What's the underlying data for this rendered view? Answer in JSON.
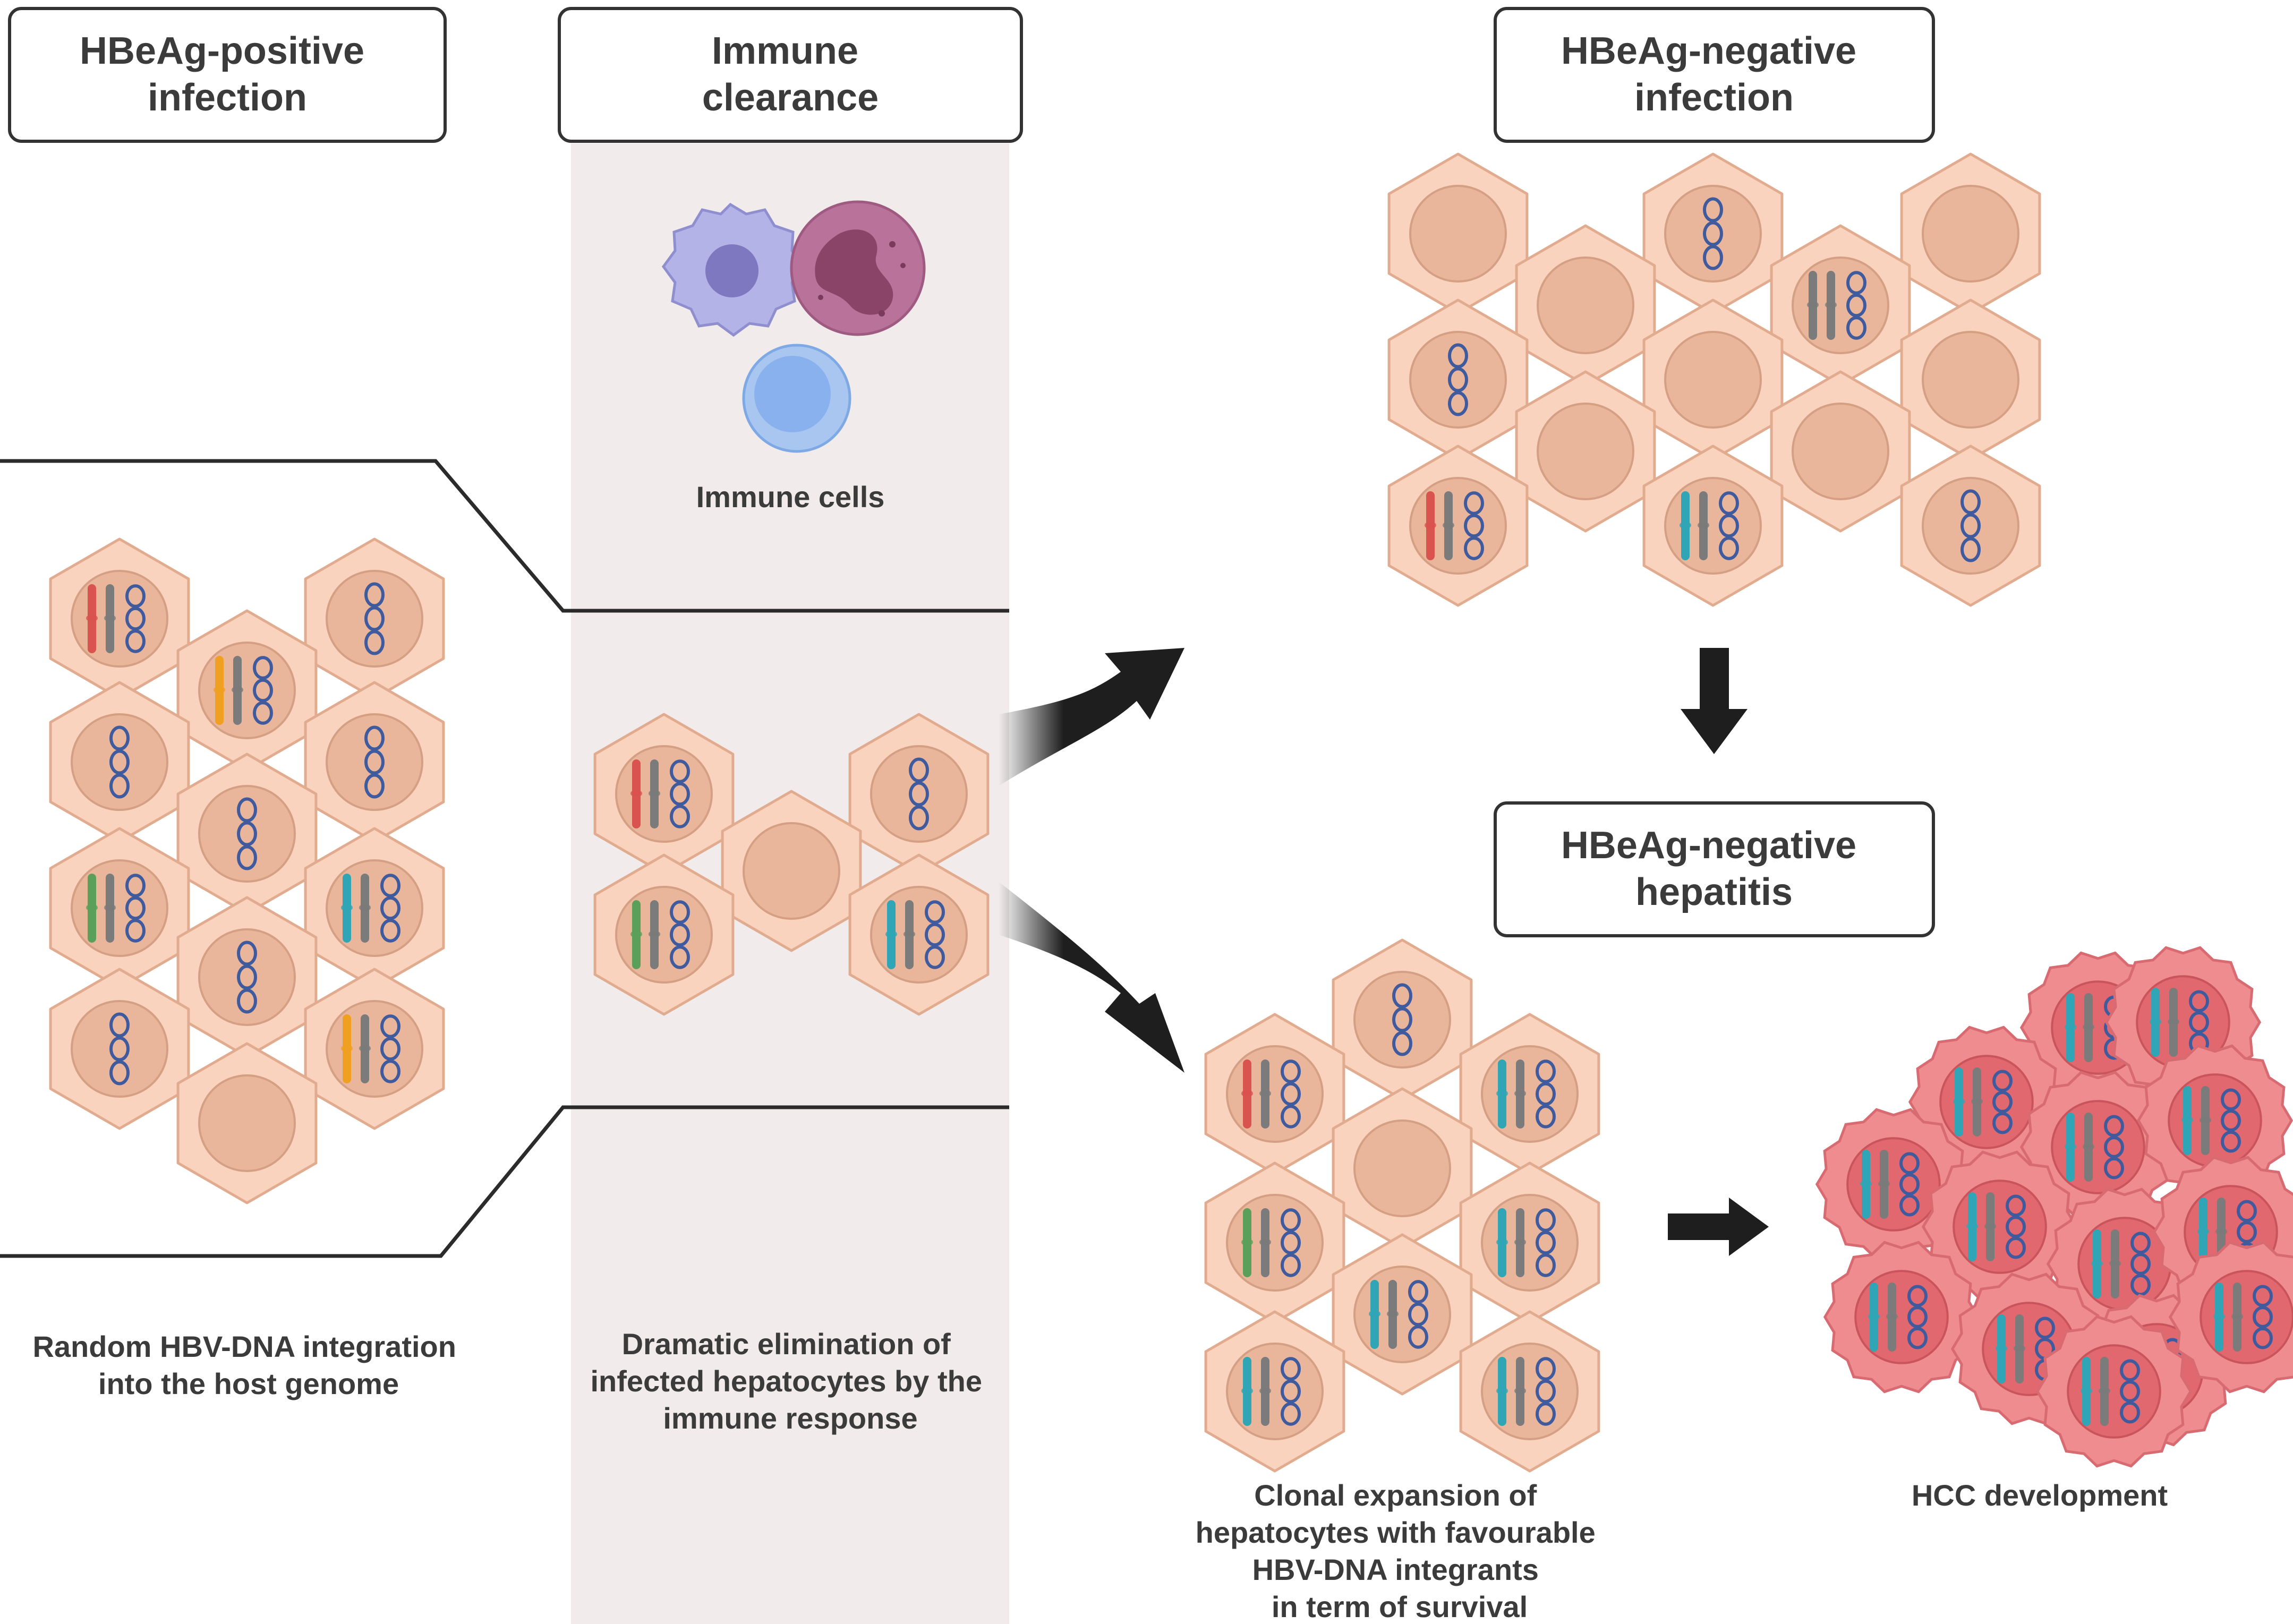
{
  "stages": {
    "positive_infection": [
      "HBeAg-positive",
      "infection"
    ],
    "immune_clearance": [
      "Immune",
      "clearance"
    ],
    "negative_infection": [
      "HBeAg-negative",
      "infection"
    ],
    "negative_hepatitis": [
      "HBeAg-negative",
      "hepatitis"
    ]
  },
  "captions": {
    "immune_cells": [
      "Immune cells"
    ],
    "random_integration": [
      "Random HBV-DNA integration",
      "into the host genome"
    ],
    "dramatic_elimination": [
      "Dramatic elimination of",
      "infected hepatocytes by the",
      "immune response"
    ],
    "clonal_expansion": [
      "Clonal expansion of",
      "hepatocytes with favourable",
      "HBV-DNA integrants",
      "in term of survival"
    ],
    "hcc_development": [
      "HCC development"
    ]
  },
  "colors": {
    "hepatocyte": "#f9d3bd",
    "hepatocyte_edge": "#e0ab8e",
    "nucleus": "#e9b69c",
    "tumor_cell": "#ee8c90",
    "tumor_nucleus": "#e0686e",
    "clearance_band": "#f1ebeb",
    "virus_dna": "#3f5b9e",
    "chromosome_red": "#d9534f",
    "chromosome_gray": "#7b7b7b",
    "chromosome_orange": "#f0a020",
    "chromosome_green": "#5aa05a",
    "chromosome_teal": "#2fa5b5",
    "arrow": "#1e1e1e"
  },
  "icons": [
    "hepatocyte-icon",
    "hcc-cell-icon",
    "macrophage-icon",
    "neutrophil-icon",
    "lymphocyte-icon",
    "arrow-icon",
    "hbv-dna-icon",
    "chromosome-icon"
  ]
}
